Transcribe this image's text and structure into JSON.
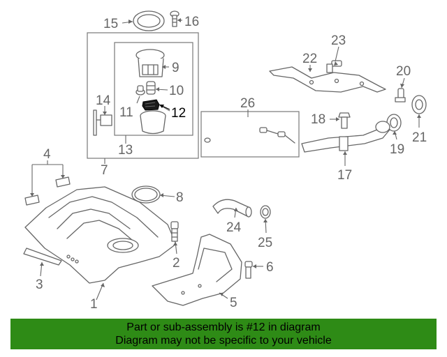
{
  "callouts": {
    "c1": "1",
    "c2": "2",
    "c3": "3",
    "c4": "4",
    "c5": "5",
    "c6": "6",
    "c7": "7",
    "c8": "8",
    "c9": "9",
    "c10": "10",
    "c11": "11",
    "c12": "12",
    "c13": "13",
    "c14": "14",
    "c15": "15",
    "c16": "16",
    "c17": "17",
    "c18": "18",
    "c19": "19",
    "c20": "20",
    "c21": "21",
    "c22": "22",
    "c23": "23",
    "c24": "24",
    "c25": "25",
    "c26": "26"
  },
  "highlight_color": "#000000",
  "banner": {
    "line1": "Part or sub-assembly is #12 in diagram",
    "line2": "Diagram may not be specific to your vehicle",
    "background": "#2e8b16"
  }
}
